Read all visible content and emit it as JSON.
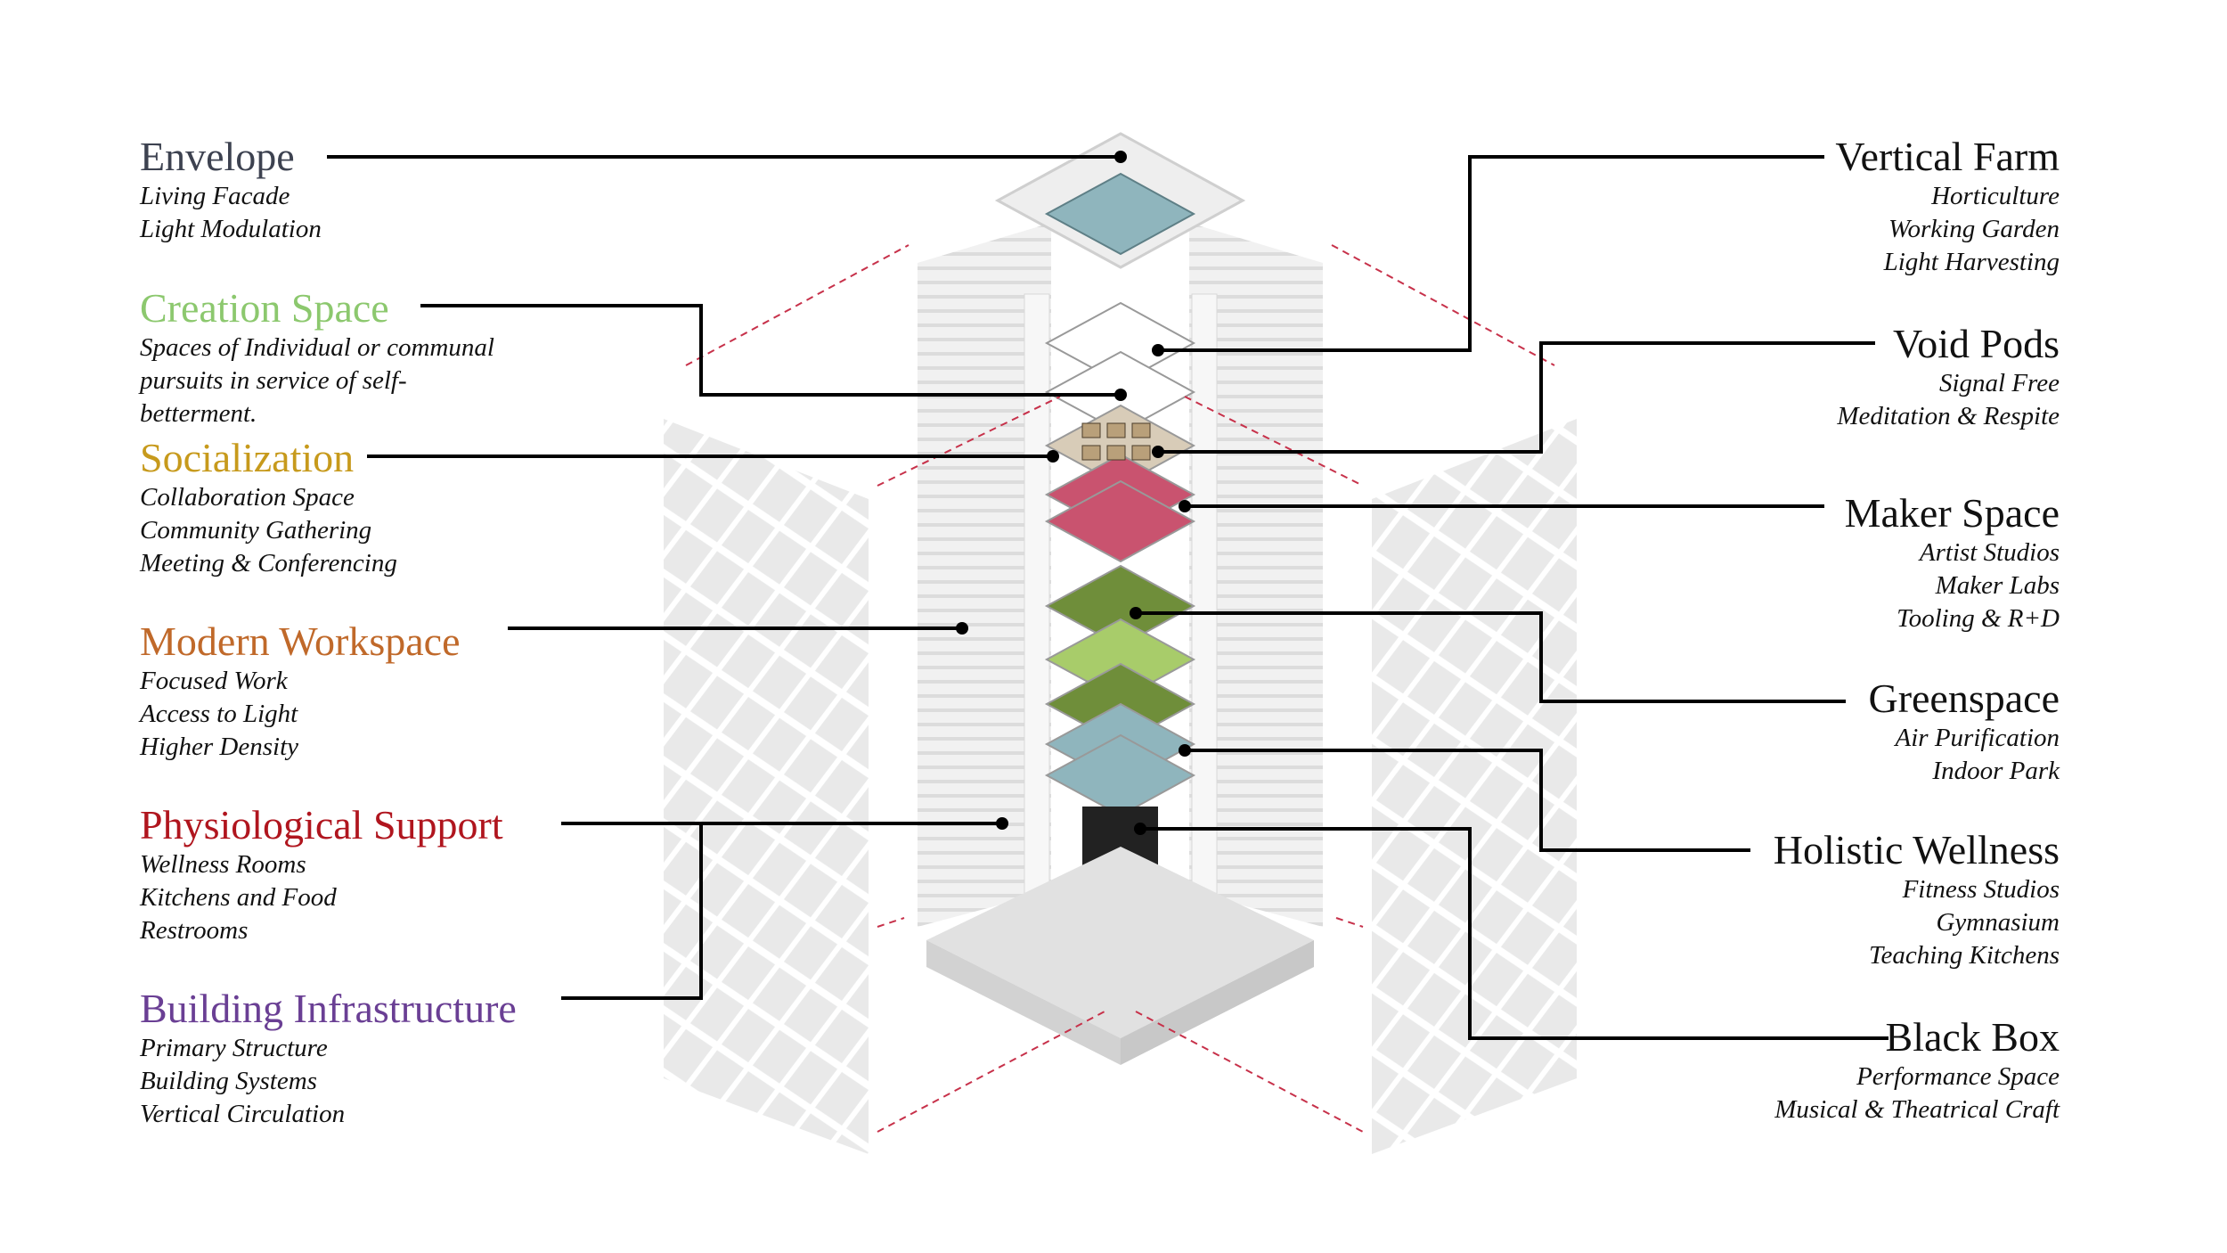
{
  "labels": {
    "left": [
      {
        "key": "envelope",
        "title": "Envelope",
        "color": "#3d4250",
        "lines": [
          "Living Facade",
          "Light Modulation"
        ]
      },
      {
        "key": "creation",
        "title": "Creation Space",
        "color": "#8cc86e",
        "lines": [
          "Spaces of Individual or communal",
          "pursuits in service of self-",
          "betterment."
        ]
      },
      {
        "key": "socialization",
        "title": "Socialization",
        "color": "#c79a1c",
        "lines": [
          "Collaboration Space",
          "Community Gathering",
          "Meeting & Conferencing"
        ]
      },
      {
        "key": "workspace",
        "title": "Modern Workspace",
        "color": "#c0692a",
        "lines": [
          "Focused Work",
          "Access to Light",
          "Higher Density"
        ]
      },
      {
        "key": "physiological",
        "title": "Physiological Support",
        "color": "#b0151e",
        "lines": [
          "Wellness Rooms",
          "Kitchens and Food",
          "Restrooms"
        ]
      },
      {
        "key": "infrastructure",
        "title": "Building Infrastructure",
        "color": "#6a3f94",
        "lines": [
          "Primary Structure",
          "Building Systems",
          "Vertical Circulation"
        ]
      }
    ],
    "right": [
      {
        "key": "farm",
        "title": "Vertical Farm",
        "color": "#111111",
        "lines": [
          "Horticulture",
          "Working Garden",
          "Light Harvesting"
        ]
      },
      {
        "key": "void",
        "title": "Void Pods",
        "color": "#111111",
        "lines": [
          "Signal Free",
          "Meditation & Respite"
        ]
      },
      {
        "key": "maker",
        "title": "Maker Space",
        "color": "#111111",
        "lines": [
          "Artist Studios",
          "Maker Labs",
          "Tooling & R+D"
        ]
      },
      {
        "key": "green",
        "title": "Greenspace",
        "color": "#111111",
        "lines": [
          "Air Purification",
          "Indoor Park"
        ]
      },
      {
        "key": "wellness",
        "title": "Holistic Wellness",
        "color": "#111111",
        "lines": [
          "Fitness Studios",
          "Gymnasium",
          "Teaching Kitchens"
        ]
      },
      {
        "key": "blackbox",
        "title": "Black Box",
        "color": "#111111",
        "lines": [
          "Performance Space",
          "Musical & Theatrical Craft"
        ]
      }
    ]
  },
  "colors": {
    "leader": "#000000",
    "guide": "#c7314a",
    "panel": "#e9eaea",
    "panel_grid": "#ffffff",
    "floor_pink": "#c9536f",
    "floor_teal": "#8fb5bd",
    "floor_green": "#6f8e3a",
    "floor_lightgreen": "#a8cc6a",
    "blackbox": "#222222"
  }
}
